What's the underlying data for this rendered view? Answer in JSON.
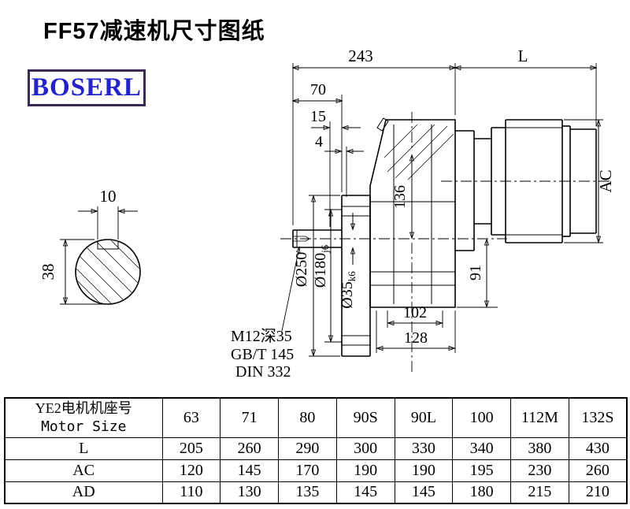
{
  "page": {
    "title": "FF57减速机尺寸图纸",
    "logo_text": "BOSERL"
  },
  "drawing": {
    "dims": {
      "overall_243": "243",
      "motor_length": "L",
      "shaft_length_70": "70",
      "dim_15": "15",
      "dim_4": "4",
      "motor_dia_ac": "AC",
      "key_width_10": "10",
      "key_height_38": "38",
      "flange_dia": "Ø250",
      "spigot_dia": "Ø180",
      "spigot_tol": "j6",
      "shaft_dia": "Ø35",
      "shaft_tol": "k6",
      "dim_136": "136",
      "dim_91": "91",
      "dim_102": "102",
      "dim_128": "128"
    },
    "notes": {
      "tap": "M12深35",
      "gb": "GB/T 145",
      "din": "DIN 332"
    }
  },
  "table": {
    "header": {
      "line1": "YE2电机机座号",
      "line2": "Motor Size"
    },
    "sizes": [
      "63",
      "71",
      "80",
      "90S",
      "90L",
      "100",
      "112M",
      "132S"
    ],
    "rows": [
      {
        "label": "L",
        "values": [
          "205",
          "260",
          "290",
          "300",
          "330",
          "340",
          "380",
          "430"
        ]
      },
      {
        "label": "AC",
        "values": [
          "120",
          "145",
          "170",
          "190",
          "190",
          "195",
          "230",
          "260"
        ]
      },
      {
        "label": "AD",
        "values": [
          "110",
          "130",
          "135",
          "145",
          "145",
          "180",
          "215",
          "210"
        ]
      }
    ]
  }
}
